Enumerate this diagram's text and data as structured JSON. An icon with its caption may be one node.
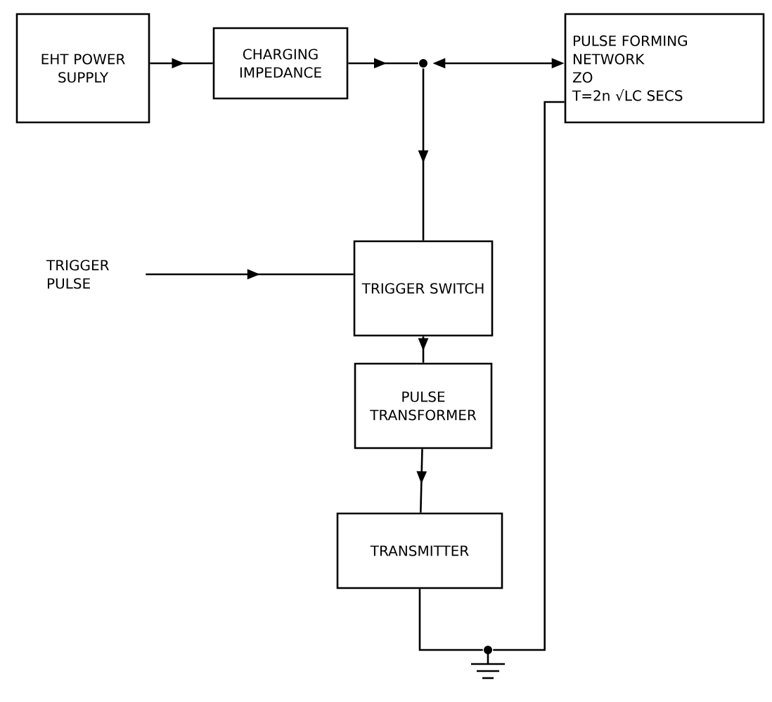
{
  "diagram": {
    "nodes": [
      {
        "text": [
          "EHT POWER SUPPLY"
        ]
      },
      {
        "text": [
          "CHARGING IMPEDANCE"
        ]
      },
      {
        "text": [
          "PULSE FORMING NETWORK",
          "ZO",
          "T=2n √LC SECS"
        ]
      },
      {
        "text": [],
        "shape": "circle"
      },
      {
        "text": [
          "TRIGGER PULSE"
        ]
      },
      {
        "text": [
          "TRIGGER SWITCH"
        ]
      },
      {
        "text": [
          "PULSE TRANSFORMER"
        ]
      },
      {
        "text": [
          "TRANSMITTER"
        ]
      },
      {
        "text": [],
        "shape": "ground"
      }
    ],
    "edges": [
      {
        "from": 0,
        "to": 1,
        "arrow": "to"
      },
      {
        "from": 1,
        "to": 3,
        "arrow": "to"
      },
      {
        "from": 2,
        "to": 3,
        "arrow": "both"
      },
      {
        "from": 3,
        "to": 5,
        "arrow": "to"
      },
      {
        "from": 4,
        "to": 5,
        "arrow": "to"
      },
      {
        "from": 5,
        "to": 6,
        "arrow": "to"
      },
      {
        "from": 6,
        "to": 7,
        "arrow": "to"
      },
      {
        "from": 7,
        "to": 8,
        "arrow": "none"
      },
      {
        "from": 2,
        "to": 8,
        "arrow": "none"
      }
    ]
  }
}
